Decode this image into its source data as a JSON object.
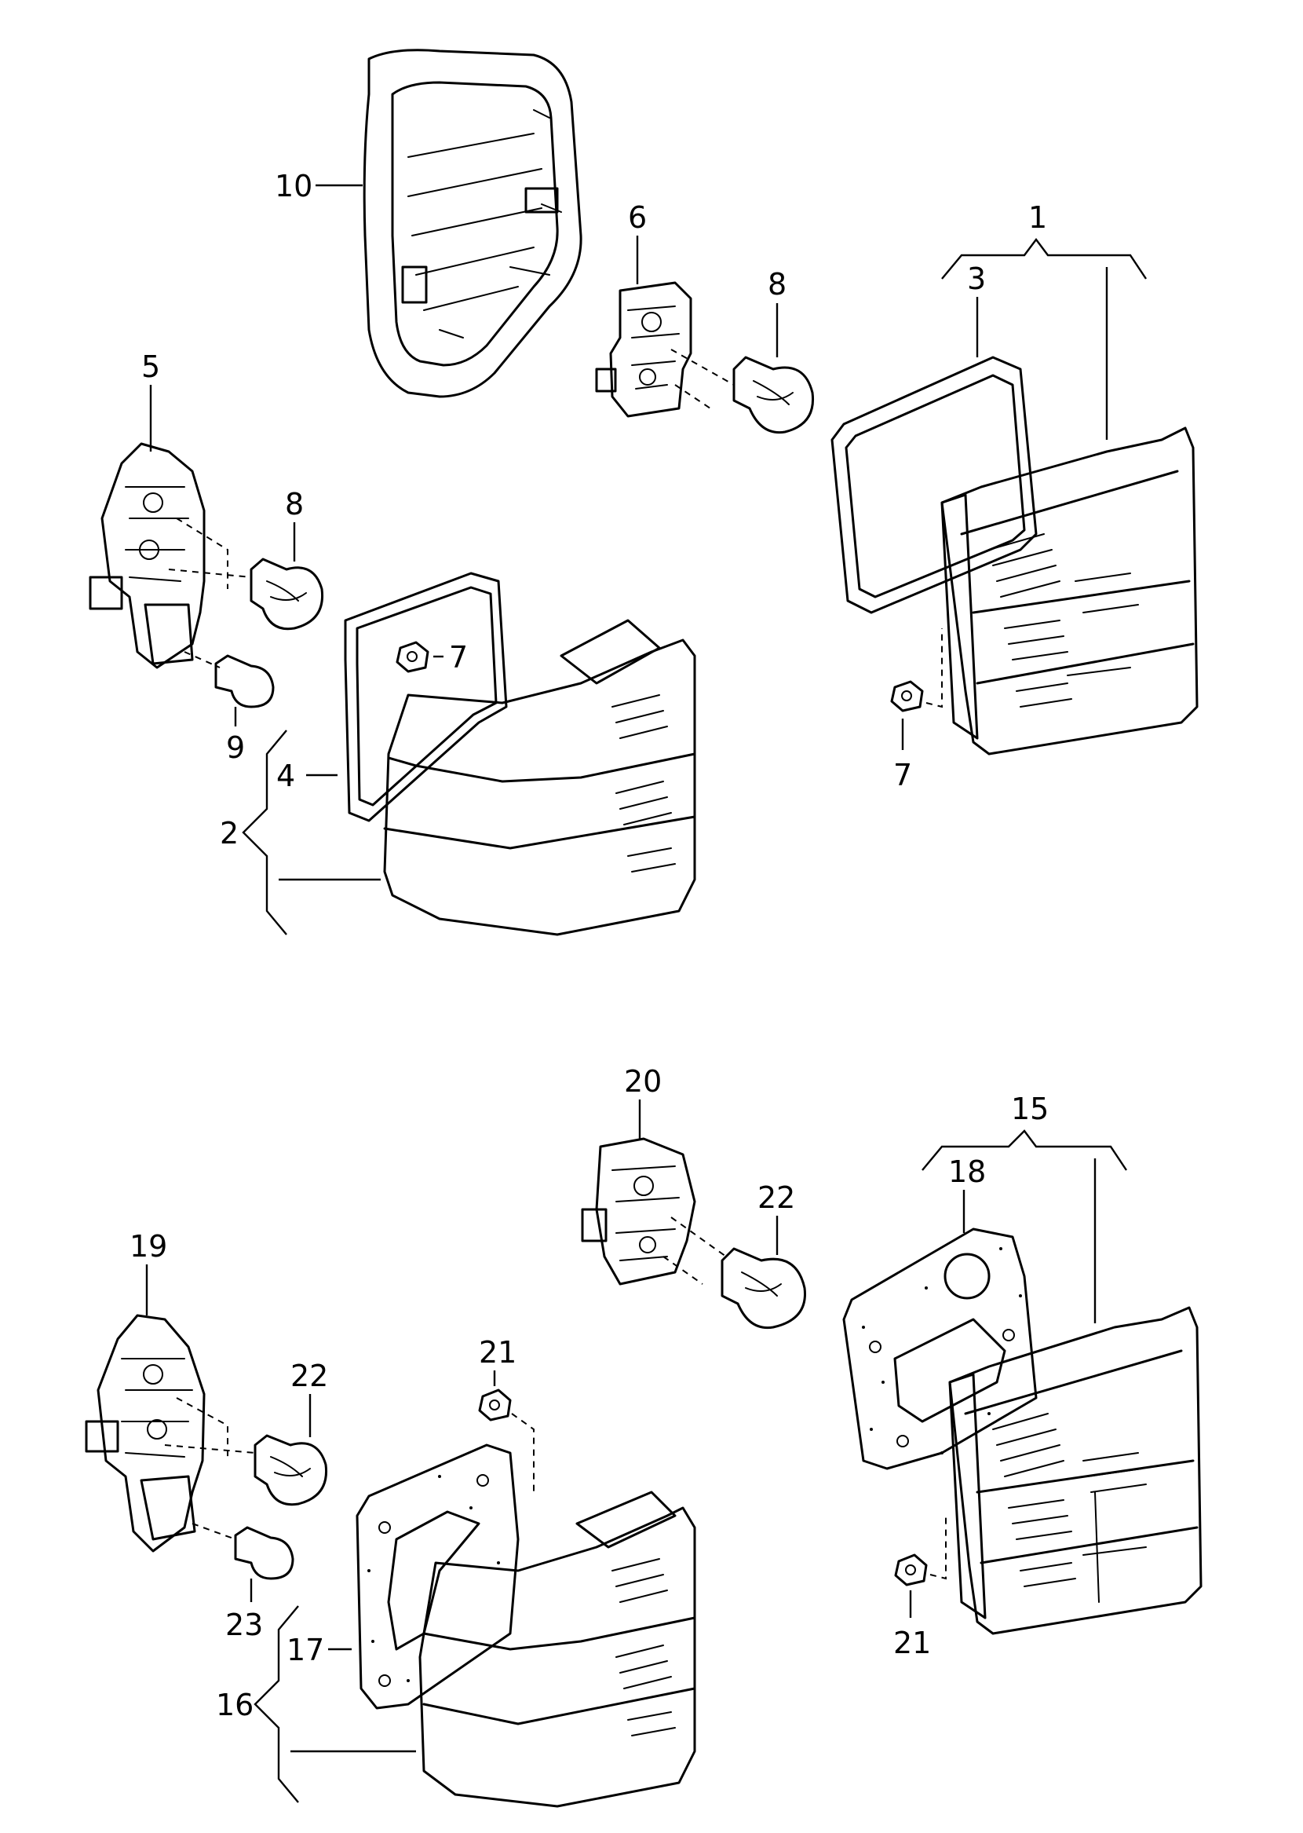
{
  "callouts": [
    {
      "id": "c10a",
      "text": "10"
    },
    {
      "id": "c6",
      "text": "6"
    },
    {
      "id": "c8a",
      "text": "8"
    },
    {
      "id": "c1",
      "text": "1"
    },
    {
      "id": "c3",
      "text": "3"
    },
    {
      "id": "c5",
      "text": "5"
    },
    {
      "id": "c8b",
      "text": "8"
    },
    {
      "id": "c7a",
      "text": "7"
    },
    {
      "id": "c9",
      "text": "9"
    },
    {
      "id": "c4",
      "text": "4"
    },
    {
      "id": "c2",
      "text": "2"
    },
    {
      "id": "c7b",
      "text": "7"
    },
    {
      "id": "c20",
      "text": "20"
    },
    {
      "id": "c15",
      "text": "15"
    },
    {
      "id": "c18",
      "text": "18"
    },
    {
      "id": "c22a",
      "text": "22"
    },
    {
      "id": "c19",
      "text": "19"
    },
    {
      "id": "c21a",
      "text": "21"
    },
    {
      "id": "c22b",
      "text": "22"
    },
    {
      "id": "c23",
      "text": "23"
    },
    {
      "id": "c17",
      "text": "17"
    },
    {
      "id": "c16",
      "text": "16"
    },
    {
      "id": "c21b",
      "text": "21"
    }
  ]
}
